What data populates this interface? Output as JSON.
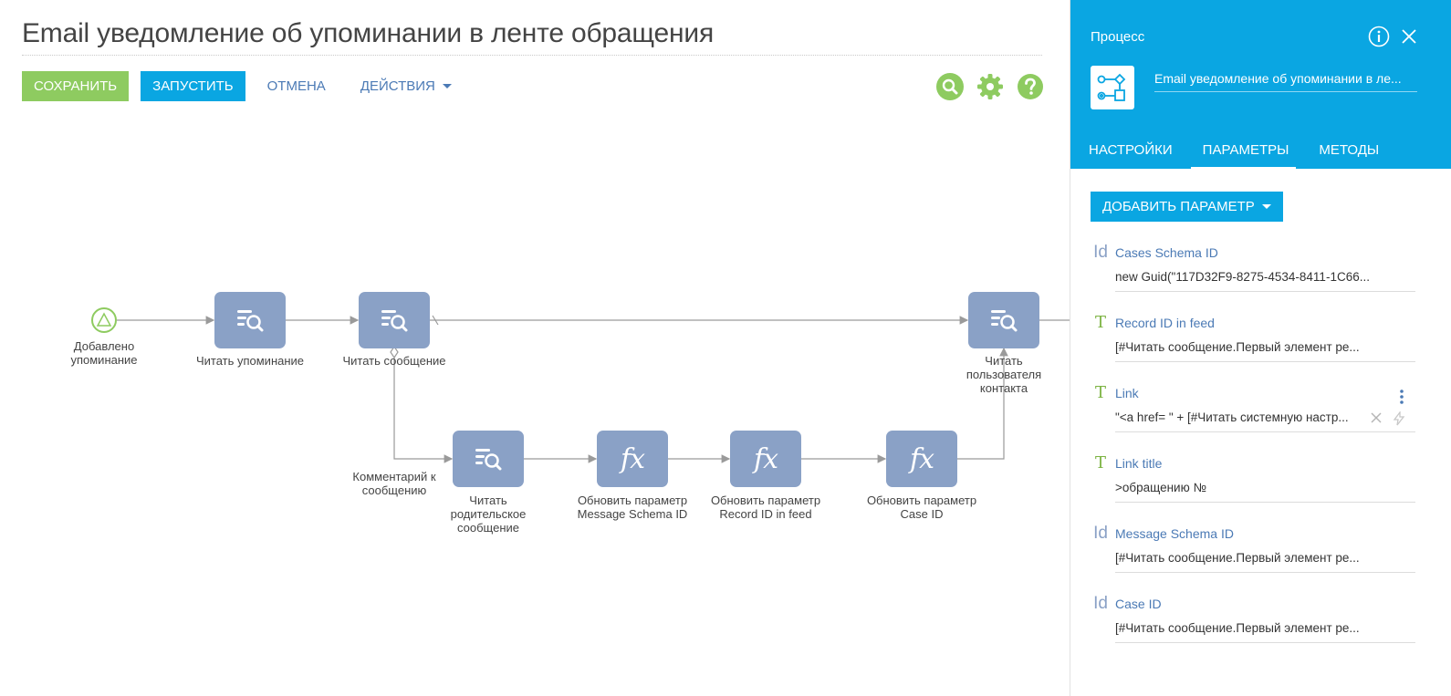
{
  "page": {
    "title": "Email уведомление об упоминании в ленте обращения"
  },
  "toolbar": {
    "save_label": "СОХРАНИТЬ",
    "run_label": "ЗАПУСТИТЬ",
    "cancel_label": "ОТМЕНА",
    "actions_label": "ДЕЙСТВИЯ"
  },
  "colors": {
    "green": "#8ecb60",
    "blue": "#0aa6e2",
    "node": "#8aa1c6",
    "link": "#4b7ab5"
  },
  "diagram": {
    "start_label_1": "Добавлено",
    "start_label_2": "упоминание",
    "read_mention": "Читать упоминание",
    "read_message": "Читать сообщение",
    "read_contact_user_1": "Читать",
    "read_contact_user_2": "пользователя",
    "read_contact_user_3": "контакта",
    "comment_flow_1": "Комментарий к",
    "comment_flow_2": "сообщению",
    "read_parent_1": "Читать",
    "read_parent_2": "родительское",
    "read_parent_3": "сообщение",
    "update_msg_schema_1": "Обновить параметр",
    "update_msg_schema_2": "Message Schema ID",
    "update_record_1": "Обновить параметр",
    "update_record_2": "Record ID in feed",
    "update_case_1": "Обновить параметр",
    "update_case_2": "Case ID",
    "fx_symbol": "fx"
  },
  "panel": {
    "caption": "Процесс",
    "process_name": "Email уведомление об упоминании в ле...",
    "tabs": [
      {
        "label": "НАСТРОЙКИ"
      },
      {
        "label": "ПАРАМЕТРЫ"
      },
      {
        "label": "МЕТОДЫ"
      }
    ],
    "add_param_label": "ДОБАВИТЬ ПАРАМЕТР",
    "params": [
      {
        "type": "Id",
        "name": "Cases Schema ID",
        "value": "new Guid(\"117D32F9-8275-4534-8411-1C66..."
      },
      {
        "type": "T",
        "name": "Record ID in feed",
        "value": "[#Читать сообщение.Первый элемент ре..."
      },
      {
        "type": "T",
        "name": "Link",
        "value": "\"<a href= \" + [#Читать системную настр..."
      },
      {
        "type": "T",
        "name": "Link title",
        "value": ">обращению №"
      },
      {
        "type": "Id",
        "name": "Message Schema ID",
        "value": "[#Читать сообщение.Первый элемент ре..."
      },
      {
        "type": "Id",
        "name": "Case ID",
        "value": "[#Читать сообщение.Первый элемент ре..."
      }
    ]
  }
}
